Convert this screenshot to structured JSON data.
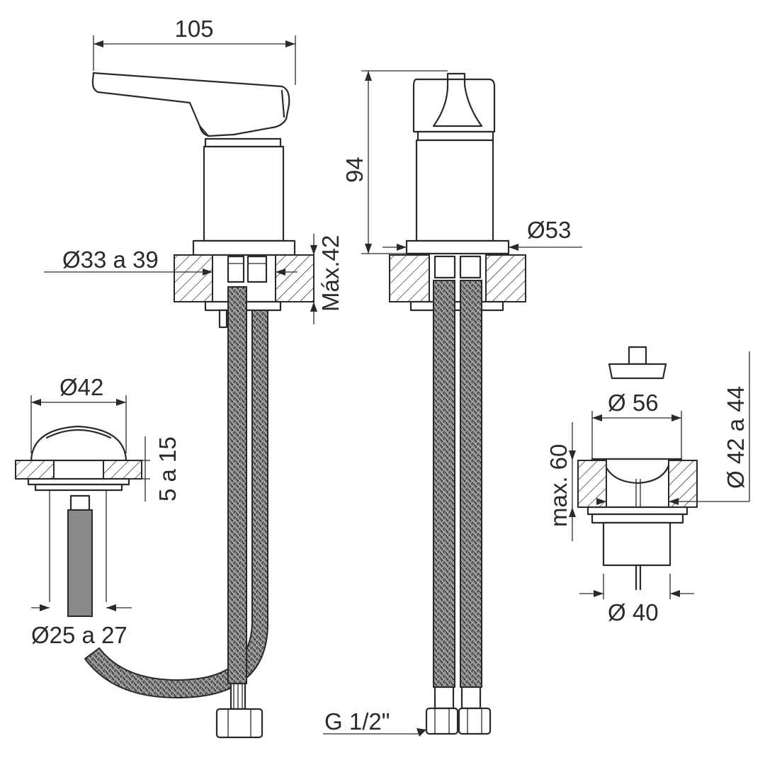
{
  "dimensions": {
    "handle_length": "105",
    "body_height": "94",
    "base_diameter": "Ø53",
    "hole_diameter": "Ø33 a 39",
    "max_thickness": "Máx.42",
    "popup_cap_diameter": "Ø42",
    "popup_range": "5 a 15",
    "popup_hole": "Ø25 a 27",
    "connection": "G 1/2\"",
    "waste_flange": "Ø 56",
    "waste_max": "max. 60",
    "waste_hole": "Ø 42 a 44",
    "waste_body": "Ø 40"
  }
}
